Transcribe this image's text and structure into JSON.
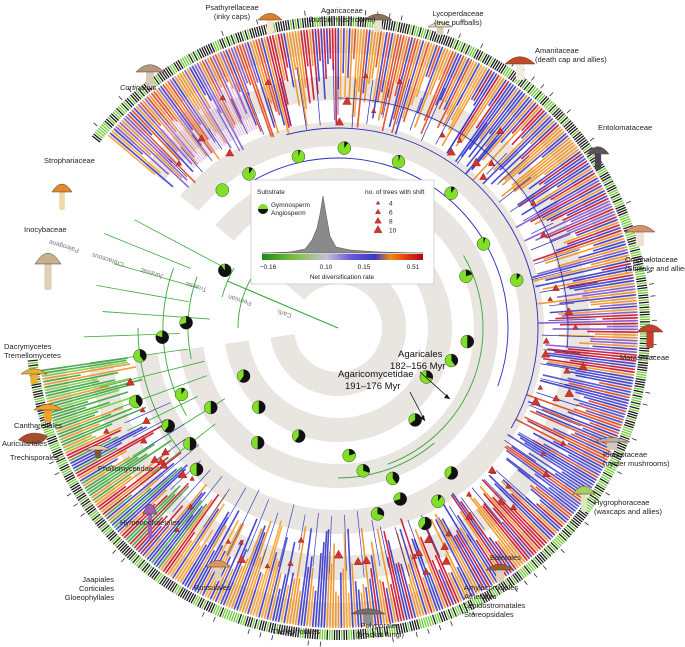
{
  "figure": {
    "clade_labels": [
      {
        "id": "psathyrellaceae",
        "lines": [
          "Psathyrellaceae",
          "(inky caps)"
        ]
      },
      {
        "id": "agaricaceae",
        "lines": [
          "Agaricaceae",
          "(button mushrooms)"
        ]
      },
      {
        "id": "lycoperdaceae",
        "lines": [
          "Lycoperdaceae",
          "(true puffballs)"
        ]
      },
      {
        "id": "amanitaceae",
        "lines": [
          "Amanitaceae",
          "(death cap and allies)"
        ]
      },
      {
        "id": "cortinarius",
        "lines": [
          "Cortinarius"
        ],
        "italic": true
      },
      {
        "id": "entolomataceae",
        "lines": [
          "Entolomataceae"
        ]
      },
      {
        "id": "strophariaceae",
        "lines": [
          "Strophariaceae"
        ]
      },
      {
        "id": "inocybaceae",
        "lines": [
          "Inocybaceae"
        ]
      },
      {
        "id": "omphalotaceae",
        "lines": [
          "Omphalotaceae",
          "(Shiitake and allies)"
        ]
      },
      {
        "id": "marasmiaceae",
        "lines": [
          "Marasmiaceae"
        ]
      },
      {
        "id": "dacrymycetes",
        "lines": [
          "Dacrymycetes",
          "Tremellomycetes"
        ]
      },
      {
        "id": "cantharellales",
        "lines": [
          "Cantharellales"
        ]
      },
      {
        "id": "auriculariales",
        "lines": [
          "Auriculariales"
        ]
      },
      {
        "id": "trechisporales",
        "lines": [
          "Trechisporales"
        ]
      },
      {
        "id": "phallomycetidae",
        "lines": [
          "Phallomycetidae"
        ]
      },
      {
        "id": "pleurotaceae",
        "lines": [
          "Pleurotaceae",
          "(oyster mushrooms)"
        ]
      },
      {
        "id": "hygrophoraceae",
        "lines": [
          "Hygrophoraceae",
          "(waxcaps and allies)"
        ]
      },
      {
        "id": "hymenochaetales",
        "lines": [
          "Hymenochaetales"
        ]
      },
      {
        "id": "boletales",
        "lines": [
          "Boletales"
        ]
      },
      {
        "id": "jaapiales",
        "lines": [
          "Jaapiales",
          "Corticiales",
          "Gloeophyllales"
        ]
      },
      {
        "id": "russulales",
        "lines": [
          "Russulales"
        ]
      },
      {
        "id": "thelephorales",
        "lines": [
          "Thelephorales"
        ]
      },
      {
        "id": "polyporales",
        "lines": [
          "Polyporales",
          "(bracket fungi)"
        ]
      },
      {
        "id": "amylocorticiales",
        "lines": [
          "Amylocorticiales",
          "Atheliales",
          "Lepidostromatales",
          "Stereopsidales"
        ]
      }
    ],
    "eras": [
      "Paleogene",
      "Cretaceous",
      "Jurassic",
      "Triassic",
      "Permian",
      "Carb."
    ],
    "annotations": {
      "agaricales": {
        "title": "Agaricales",
        "range": "182–156 Myr"
      },
      "agaricomycetidae": {
        "title": "Agaricomycetidae",
        "range": "191–176 Myr"
      }
    },
    "legend": {
      "substrate_title": "Substrate",
      "gymnosperm": "Gymnosperm",
      "angiosperm": "Angiosperm",
      "shift_title": "no. of trees with shift",
      "shift_counts": [
        "4",
        "6",
        "8",
        "10"
      ],
      "axis_ticks": [
        "−0.16",
        "0.10",
        "0.15",
        "0.51"
      ],
      "axis_title": "Net diversification rate"
    },
    "colors": {
      "gymnosperm": "#7fe026",
      "angiosperm": "#111111",
      "shift_marker": "#d8332c",
      "era_band": "#e8e4e0",
      "low_rate": "#3a9a2e",
      "mid_rate": "#5b4fd6",
      "high_rate": "#c8001c"
    }
  }
}
